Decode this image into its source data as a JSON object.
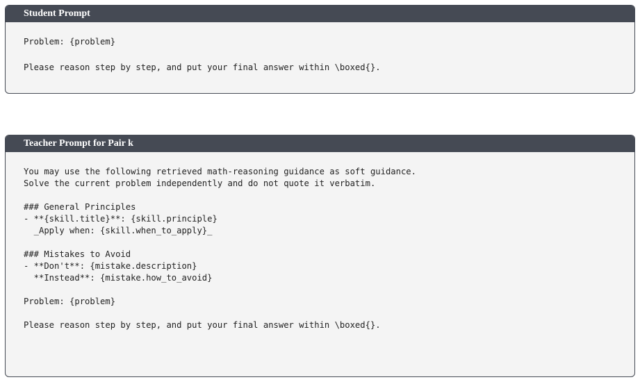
{
  "student": {
    "title": "Student Prompt",
    "lines": [
      "Problem: {problem}",
      "",
      "Please reason step by step, and put your final answer within \\boxed{}."
    ]
  },
  "teacher": {
    "title": "Teacher Prompt for Pair k",
    "lines": [
      "You may use the following retrieved math-reasoning guidance as soft guidance.",
      "Solve the current problem independently and do not quote it verbatim.",
      "",
      "### General Principles",
      "- **{skill.title}**: {skill.principle}",
      "  _Apply when: {skill.when_to_apply}_",
      "",
      "### Mistakes to Avoid",
      "- **Don't**: {mistake.description}",
      "  **Instead**: {mistake.how_to_avoid}",
      "",
      "Problem: {problem}",
      "",
      "Please reason step by step, and put your final answer within \\boxed{}."
    ]
  }
}
